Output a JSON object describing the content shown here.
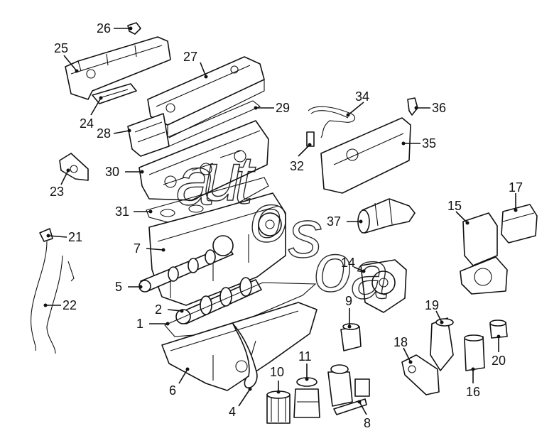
{
  "diagram": {
    "callouts": {
      "c1": "1",
      "c2": "2",
      "c4": "4",
      "c5": "5",
      "c6": "6",
      "c7": "7",
      "c8": "8",
      "c9": "9",
      "c10": "10",
      "c11": "11",
      "c14": "14",
      "c15": "15",
      "c16": "16",
      "c17": "17",
      "c18": "18",
      "c19": "19",
      "c20": "20",
      "c21": "21",
      "c22": "22",
      "c23": "23",
      "c24": "24",
      "c25": "25",
      "c26": "26",
      "c27": "27",
      "c28": "28",
      "c29": "29",
      "c30": "30",
      "c31": "31",
      "c32": "32",
      "c34": "34",
      "c35": "35",
      "c36": "36",
      "c37": "37"
    },
    "watermark": {
      "a": "a",
      "u": "u",
      "t": "t",
      "o": "o",
      "s": "s",
      "o2": "o",
      "a2": "a"
    }
  }
}
